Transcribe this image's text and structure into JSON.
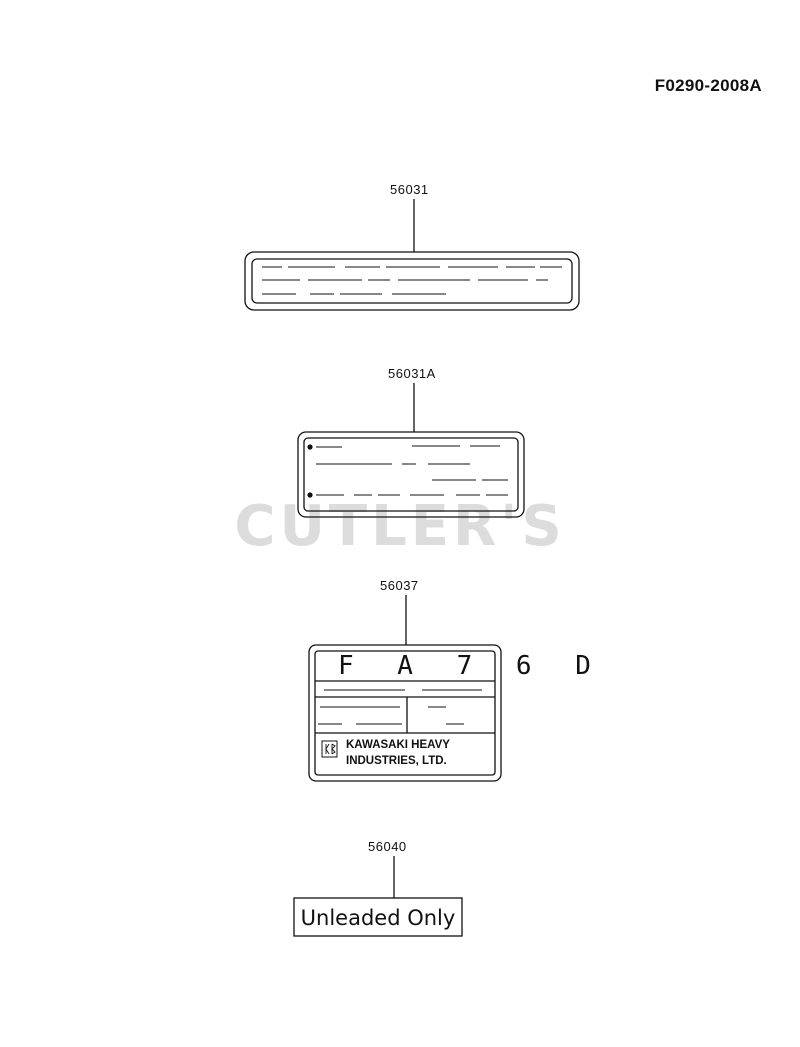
{
  "figure_id": "F0290-2008A",
  "watermark": "CUTLER'S",
  "parts": [
    {
      "number": "56031"
    },
    {
      "number": "56031A"
    },
    {
      "number": "56037",
      "model_code": "F A 7 6 D",
      "maker_line1": "KAWASAKI HEAVY",
      "maker_line2": "INDUSTRIES, LTD."
    },
    {
      "number": "56040",
      "label_text": "Unleaded Only"
    }
  ]
}
